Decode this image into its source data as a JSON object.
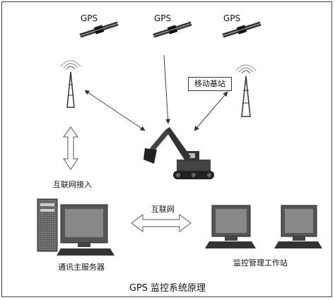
{
  "satellites": [
    {
      "label": "GPS"
    },
    {
      "label": "GPS"
    },
    {
      "label": "GPS"
    }
  ],
  "labels": {
    "mobile_base_station": "移动基站",
    "internet_access": "互联网接入",
    "internet": "互联网",
    "main_server": "通讯主服务器",
    "monitoring_workstation": "监控管理工作站"
  },
  "caption": "GPS 监控系统原理"
}
